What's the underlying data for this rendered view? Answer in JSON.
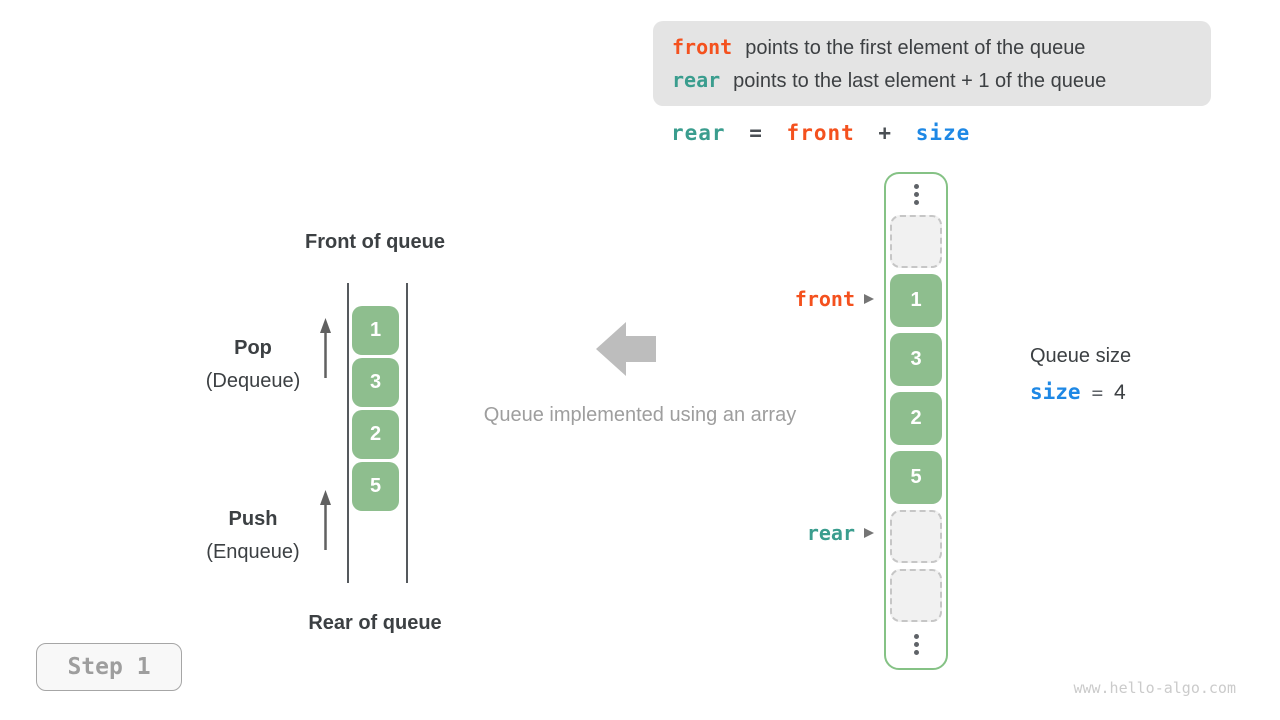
{
  "colors": {
    "orange": "#f4511e",
    "teal": "#3a9d8e",
    "blue": "#1e88e5",
    "green_fill": "#8ebe8e",
    "green_border": "#85c285",
    "dark": "#3c4043",
    "gray": "#9e9e9e",
    "note_bg": "#e4e4e4"
  },
  "note_box": {
    "lines": [
      {
        "code": "front",
        "text": "points to the first element of the queue"
      },
      {
        "code": "rear",
        "text": "points to the last element + 1 of the queue"
      }
    ]
  },
  "equation": {
    "lhs": "rear",
    "eq": "=",
    "rhs1": "front",
    "plus": "+",
    "rhs2": "size"
  },
  "left_diagram": {
    "front_label": "Front of queue",
    "rear_label": "Rear of queue",
    "pop_title": "Pop",
    "pop_subtitle": "(Dequeue)",
    "push_title": "Push",
    "push_subtitle": "(Enqueue)",
    "values": [
      "1",
      "3",
      "2",
      "5"
    ]
  },
  "middle": {
    "caption": "Queue implemented using an array"
  },
  "right_array": {
    "front_pointer": "front",
    "rear_pointer": "rear",
    "values": [
      "1",
      "3",
      "2",
      "5"
    ]
  },
  "queue_size": {
    "label": "Queue size",
    "variable": "size",
    "equals": "=",
    "value": "4"
  },
  "step_badge": {
    "label": "Step 1"
  },
  "watermark": {
    "text": "www.hello-algo.com"
  }
}
